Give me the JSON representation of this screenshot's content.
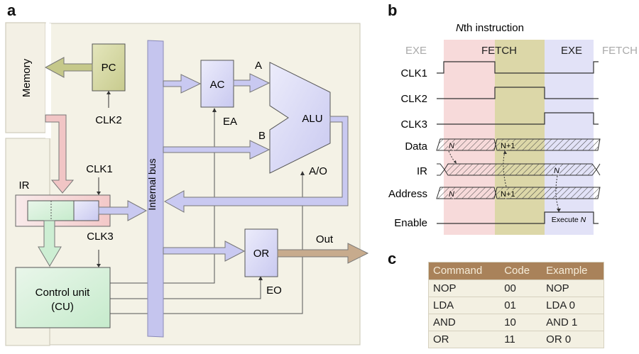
{
  "panels": {
    "a": "a",
    "b": "b",
    "c": "c"
  },
  "diagram_a": {
    "memory": "Memory",
    "pc": "PC",
    "clk2": "CLK2",
    "clk1": "CLK1",
    "clk3": "CLK3",
    "ir": "IR",
    "internal_bus": "Internal bus",
    "ac": "AC",
    "ea": "EA",
    "alu": "ALU",
    "input_a": "A",
    "input_b": "B",
    "ao": "A/O",
    "or": "OR",
    "eo": "EO",
    "out": "Out",
    "control_unit_line1": "Control unit",
    "control_unit_line2": "(CU)"
  },
  "timing_b": {
    "title_italic": "N",
    "title_rest": "th instruction",
    "phases": {
      "prev_exe": "EXE",
      "fetch": "FETCH",
      "exe": "EXE",
      "next_fetch": "FETCH"
    },
    "signals": [
      "CLK1",
      "CLK2",
      "CLK3",
      "Data",
      "IR",
      "Address",
      "Enable"
    ],
    "data_labels": {
      "n": "N",
      "n_plus_1": "N+1"
    },
    "ir_label": "N",
    "address_labels": {
      "n": "N",
      "n_plus_1": "N+1"
    },
    "enable_label_prefix": "Execute ",
    "enable_label_italic": "N",
    "colors": {
      "fetch1": "#f7dada",
      "fetch2": "#dcd7a8",
      "exe": "#e2e2f7"
    }
  },
  "table_c": {
    "headers": [
      "Command",
      "Code",
      "Example"
    ],
    "rows": [
      [
        "NOP",
        "00",
        "NOP"
      ],
      [
        "LDA",
        "01",
        "LDA 0"
      ],
      [
        "AND",
        "10",
        "AND 1"
      ],
      [
        "OR",
        "11",
        "OR 0"
      ]
    ]
  }
}
